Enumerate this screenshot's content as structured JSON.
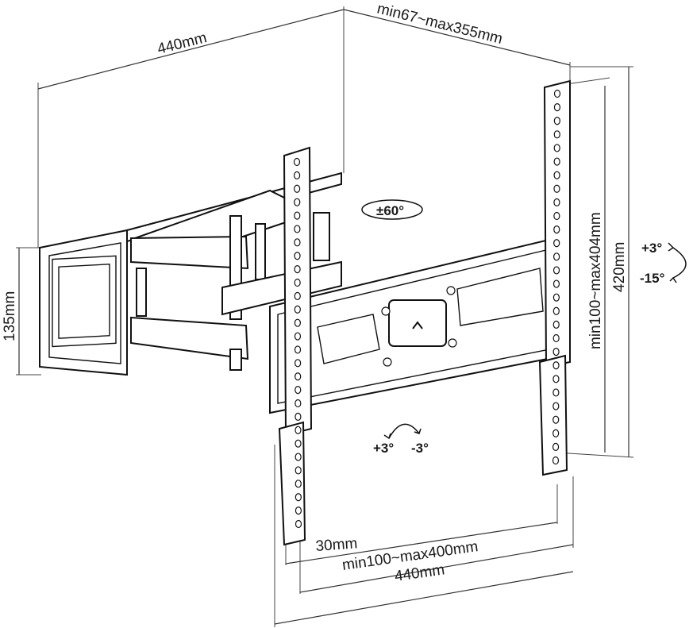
{
  "dimensions": {
    "wall_plate_width": "440mm",
    "arm_extension": "min67~max355mm",
    "wall_plate_height": "135mm",
    "vesa_vertical": "min100~max404mm",
    "bracket_height": "420mm",
    "bracket_width_offset": "30mm",
    "vesa_horizontal": "min100~max400mm",
    "bracket_total_width": "440mm"
  },
  "rotation": {
    "swivel": "±60°",
    "tilt_up": "+3°",
    "tilt_down": "-15°",
    "level_plus": "+3°",
    "level_minus": "-3°"
  },
  "icons": {
    "up_arrow": "up-arrow-icon"
  }
}
